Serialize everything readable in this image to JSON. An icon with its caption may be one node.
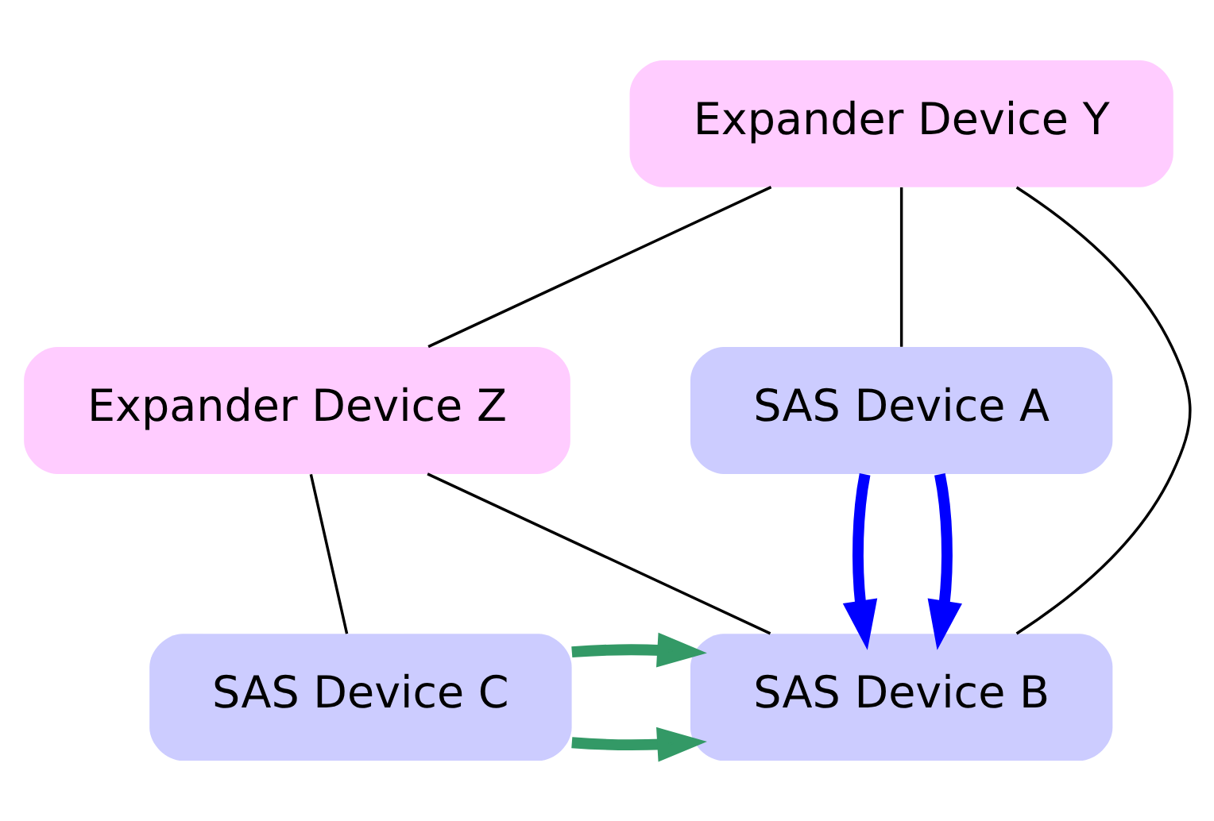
{
  "diagram": {
    "nodes": [
      {
        "text": [
          "Expander Device Y"
        ]
      },
      {
        "text": [
          "SAS Device A"
        ]
      },
      {
        "text": [
          "Expander Device Z"
        ]
      },
      {
        "text": [
          "SAS Device B"
        ]
      },
      {
        "text": [
          "SAS Device C"
        ]
      }
    ],
    "edges": [
      {
        "from": 0,
        "to": 1,
        "arrow": "none"
      },
      {
        "from": 0,
        "to": 3,
        "arrow": "none"
      },
      {
        "from": 0,
        "to": 2,
        "arrow": "none"
      },
      {
        "from": 2,
        "to": 3,
        "arrow": "none"
      },
      {
        "from": 2,
        "to": 4,
        "arrow": "none"
      },
      {
        "from": 1,
        "to": 3,
        "arrow": "to",
        "style": "thick",
        "color": "#0000ff"
      },
      {
        "from": 1,
        "to": 3,
        "arrow": "to",
        "style": "thick",
        "color": "#0000ff"
      },
      {
        "from": 4,
        "to": 3,
        "arrow": "to",
        "style": "thick",
        "color": "#339966"
      },
      {
        "from": 4,
        "to": 3,
        "arrow": "to",
        "style": "thick",
        "color": "#339966"
      }
    ]
  }
}
